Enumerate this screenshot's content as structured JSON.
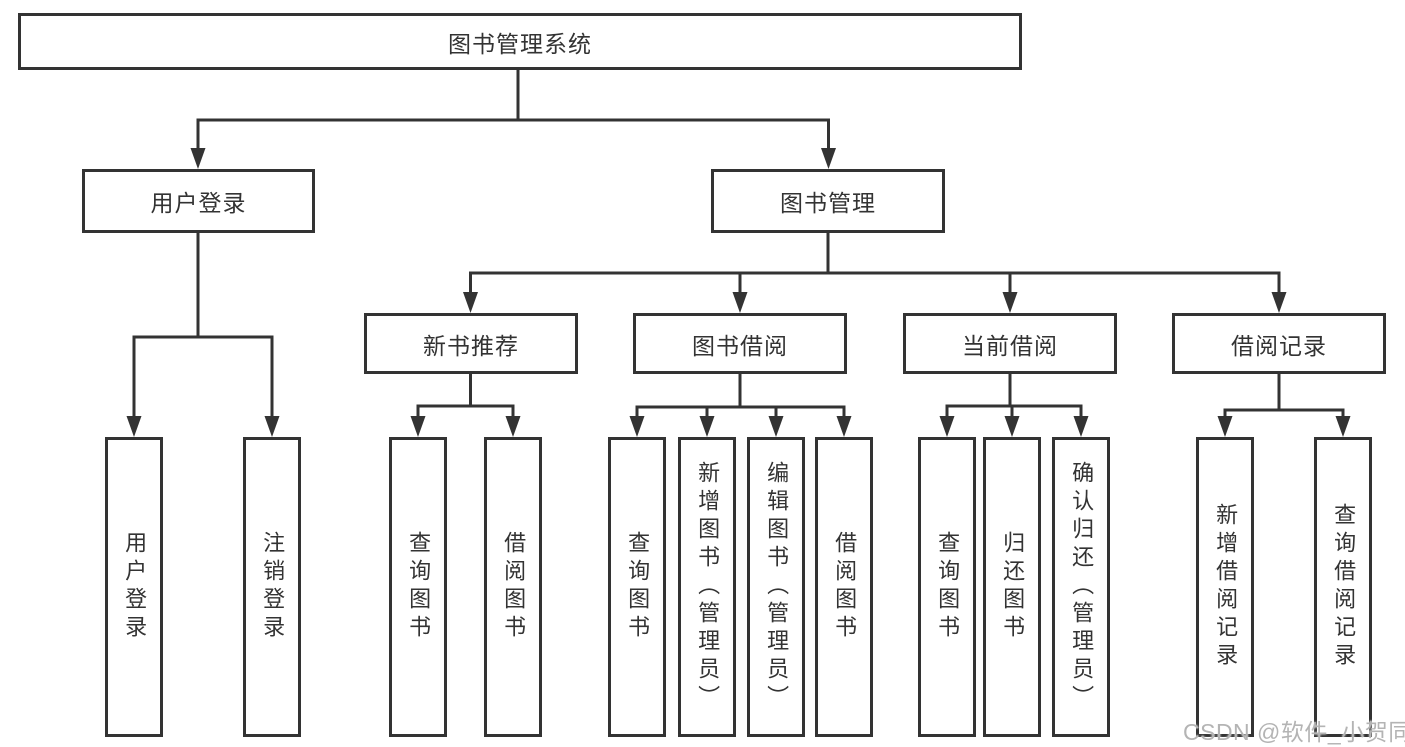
{
  "diagram": {
    "colors": {
      "line": "#333333",
      "text": "#333333",
      "box_background": "#ffffff",
      "watermark": "#b4b4b4"
    },
    "root": {
      "label": "图书管理系统"
    },
    "level2": [
      {
        "id": "user-login",
        "label": "用户登录"
      },
      {
        "id": "book-management",
        "label": "图书管理"
      }
    ],
    "level3": [
      {
        "id": "new-book-recommend",
        "label": "新书推荐",
        "parent": "book-management"
      },
      {
        "id": "book-borrow",
        "label": "图书借阅",
        "parent": "book-management"
      },
      {
        "id": "current-borrow",
        "label": "当前借阅",
        "parent": "book-management"
      },
      {
        "id": "borrow-records",
        "label": "借阅记录",
        "parent": "book-management"
      }
    ],
    "leaves": [
      {
        "label": "用户登录",
        "parent": "user-login"
      },
      {
        "label": "注销登录",
        "parent": "user-login"
      },
      {
        "label": "查询图书",
        "parent": "new-book-recommend"
      },
      {
        "label": "借阅图书",
        "parent": "new-book-recommend"
      },
      {
        "label": "查询图书",
        "parent": "book-borrow"
      },
      {
        "label": "新增图书（管理员）",
        "parent": "book-borrow"
      },
      {
        "label": "编辑图书（管理员）",
        "parent": "book-borrow"
      },
      {
        "label": "借阅图书",
        "parent": "book-borrow"
      },
      {
        "label": "查询图书",
        "parent": "current-borrow"
      },
      {
        "label": "归还图书",
        "parent": "current-borrow"
      },
      {
        "label": "确认归还（管理员）",
        "parent": "current-borrow"
      },
      {
        "label": "新增借阅记录",
        "parent": "borrow-records"
      },
      {
        "label": "查询借阅记录",
        "parent": "borrow-records"
      }
    ],
    "watermark": "CSDN @软件_小贺同学"
  }
}
